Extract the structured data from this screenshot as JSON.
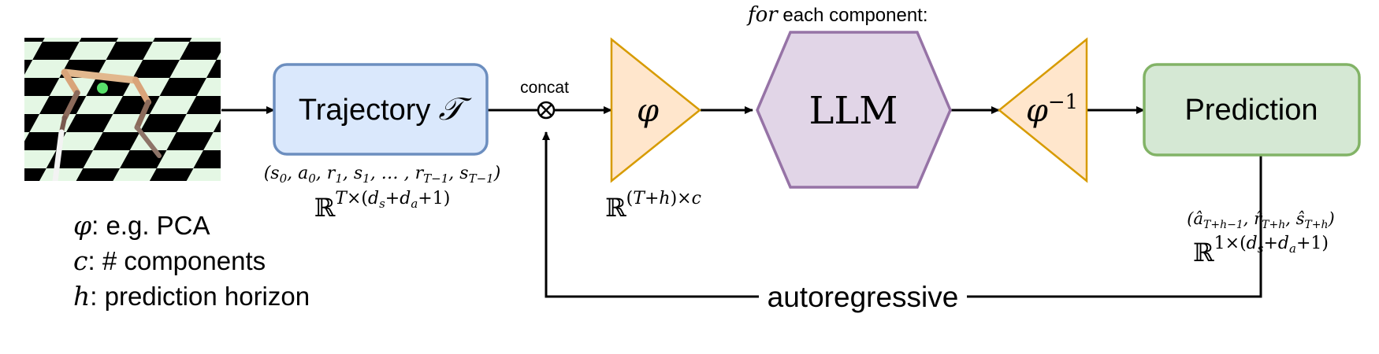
{
  "header": {
    "for_word": "for",
    "each_component": " each component:"
  },
  "boxes": {
    "trajectory_label": "Trajectory",
    "trajectory_symbol": "𝒯",
    "llm_label": "LLM",
    "prediction_label": "Prediction",
    "phi_symbol": "φ",
    "phi_inverse_base": "φ",
    "phi_inverse_exp": "−1"
  },
  "connectors": {
    "concat_label": "concat",
    "autoregressive_label": "autoregressive"
  },
  "math": {
    "trajectory_tuple": "(s₀, a₀, r₁, s₁, …, r_{T−1}, s_{T−1})",
    "trajectory_space": "ℝ^{T×(dₛ+dₐ+1)}",
    "phi_space": "ℝ^{(T+h)×c}",
    "prediction_tuple": "(â_{T+h−1}, r̂_{T+h}, ŝ_{T+h})",
    "prediction_space": "ℝ^{1×(dₛ+dₐ+1)}"
  },
  "legend": [
    {
      "symbol": "φ",
      "text": ": e.g. PCA"
    },
    {
      "symbol": "c",
      "text": ": # components"
    },
    {
      "symbol": "h",
      "text": ": prediction horizon"
    }
  ],
  "colors": {
    "trajectory_fill": "#dae8fc",
    "trajectory_stroke": "#6c8ebf",
    "phi_fill": "#ffe6cc",
    "phi_stroke": "#d79b00",
    "llm_fill": "#e1d5e7",
    "llm_stroke": "#9673a6",
    "prediction_fill": "#d5e8d4",
    "prediction_stroke": "#82b366",
    "checker_light": "#e4f7e4",
    "checker_dark": "#000000"
  }
}
